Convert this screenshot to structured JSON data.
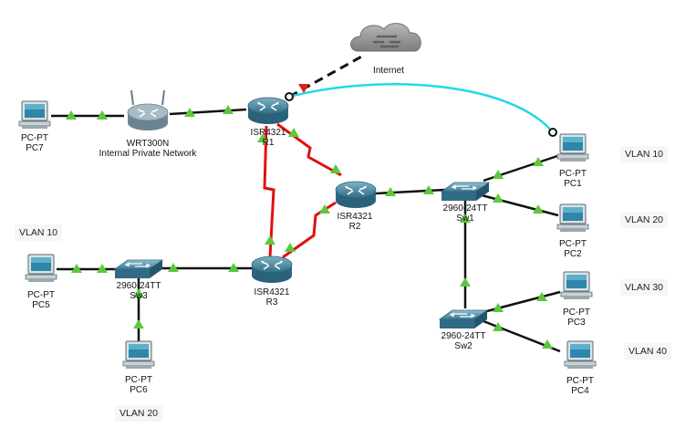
{
  "cloud": {
    "name": "Internet"
  },
  "routers": {
    "r1": {
      "model": "ISR4321",
      "name": "R1"
    },
    "r2": {
      "model": "ISR4321",
      "name": "R2"
    },
    "r3": {
      "model": "ISR4321",
      "name": "R3"
    },
    "wrt": {
      "model": "WRT300N",
      "name": "Internal Private Network"
    }
  },
  "switches": {
    "sw1": {
      "model": "2960-24TT",
      "name": "Sw1"
    },
    "sw2": {
      "model": "2960-24TT",
      "name": "Sw2"
    },
    "sw3": {
      "model": "2960-24TT",
      "name": "Sw3"
    }
  },
  "pcs": {
    "pc1": {
      "model": "PC-PT",
      "name": "PC1"
    },
    "pc2": {
      "model": "PC-PT",
      "name": "PC2"
    },
    "pc3": {
      "model": "PC-PT",
      "name": "PC3"
    },
    "pc4": {
      "model": "PC-PT",
      "name": "PC4"
    },
    "pc5": {
      "model": "PC-PT",
      "name": "PC5"
    },
    "pc6": {
      "model": "PC-PT",
      "name": "PC6"
    },
    "pc7": {
      "model": "PC-PT",
      "name": "PC7"
    }
  },
  "vlans": {
    "pc1": "VLAN 10",
    "pc2": "VLAN 20",
    "pc3": "VLAN 30",
    "pc4": "VLAN 40",
    "pc5": "VLAN 10",
    "pc6": "VLAN 20"
  },
  "colors": {
    "ethernet": "#111111",
    "serial": "#e01010",
    "console": "#22d8e8",
    "wan": "#111111",
    "link_up": "#5cc83c",
    "link_down": "#e02020",
    "device": "#3f7e97"
  }
}
